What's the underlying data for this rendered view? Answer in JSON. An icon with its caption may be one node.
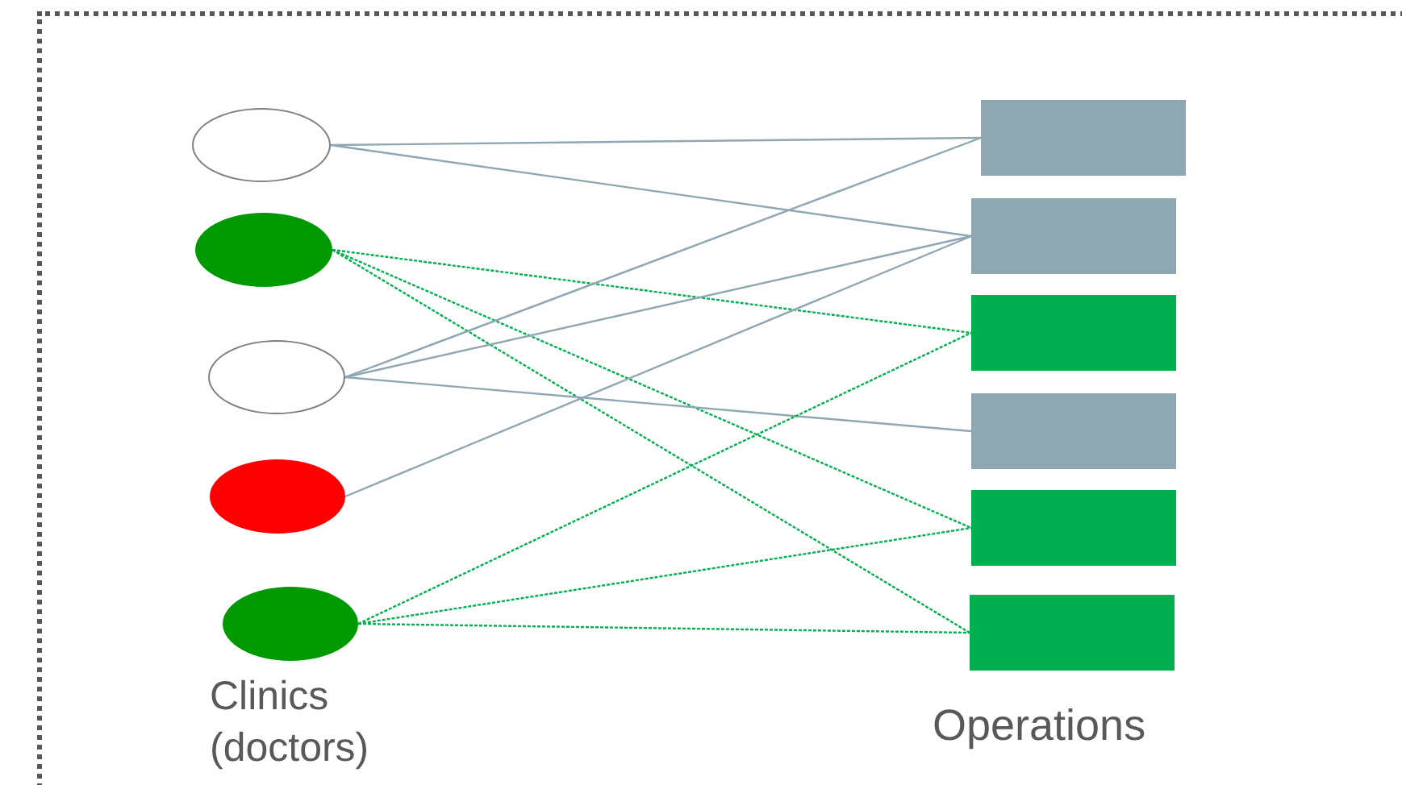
{
  "diagram": {
    "nodes": [
      {
        "text": [],
        "shape": "circle"
      },
      {
        "text": [],
        "shape": "circle"
      },
      {
        "text": [],
        "shape": "circle"
      },
      {
        "text": [],
        "shape": "circle"
      },
      {
        "text": [],
        "shape": "circle"
      },
      {
        "text": [],
        "shape": "box"
      },
      {
        "text": [],
        "shape": "box"
      },
      {
        "text": [],
        "shape": "box"
      },
      {
        "text": [],
        "shape": "box"
      },
      {
        "text": [],
        "shape": "box"
      },
      {
        "text": [],
        "shape": "box"
      }
    ],
    "edges": [
      {
        "from": 0,
        "to": 5,
        "arrow": "none"
      },
      {
        "from": 0,
        "to": 6,
        "arrow": "none"
      },
      {
        "from": 1,
        "to": 7,
        "arrow": "none",
        "style": "dashed",
        "color": "#00b050"
      },
      {
        "from": 1,
        "to": 9,
        "arrow": "none",
        "style": "dashed",
        "color": "#00b050"
      },
      {
        "from": 1,
        "to": 10,
        "arrow": "none",
        "style": "dashed",
        "color": "#00b050"
      },
      {
        "from": 2,
        "to": 5,
        "arrow": "none"
      },
      {
        "from": 2,
        "to": 6,
        "arrow": "none"
      },
      {
        "from": 2,
        "to": 8,
        "arrow": "none"
      },
      {
        "from": 3,
        "to": 6,
        "arrow": "none"
      },
      {
        "from": 4,
        "to": 7,
        "arrow": "none",
        "style": "dashed",
        "color": "#00b050"
      },
      {
        "from": 4,
        "to": 9,
        "arrow": "none",
        "style": "dashed",
        "color": "#00b050"
      },
      {
        "from": 4,
        "to": 10,
        "arrow": "none",
        "style": "dashed",
        "color": "#00b050"
      }
    ],
    "labels": [
      "Clinics (doctors)",
      "Operations"
    ]
  }
}
